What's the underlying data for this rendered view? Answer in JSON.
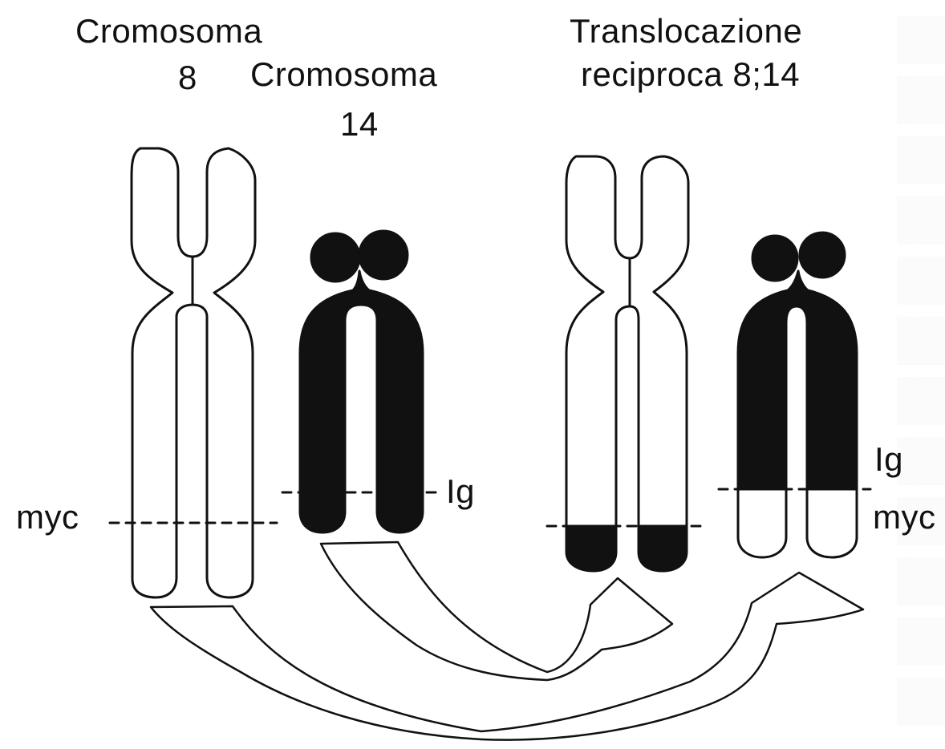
{
  "labels": {
    "chr8_line1": "Cromosoma",
    "chr8_line2": "8",
    "chr14_line1": "Cromosoma",
    "chr14_line2": "14",
    "translocation_line1": "Translocazione",
    "translocation_line2": "reciproca 8;14",
    "myc_left": "myc",
    "ig_left": "Ig",
    "ig_right": "Ig",
    "myc_right": "myc"
  },
  "colors": {
    "line": "#111111",
    "fill_dark": "#111111",
    "fill_light": "#ffffff",
    "background": "#ffffff"
  }
}
